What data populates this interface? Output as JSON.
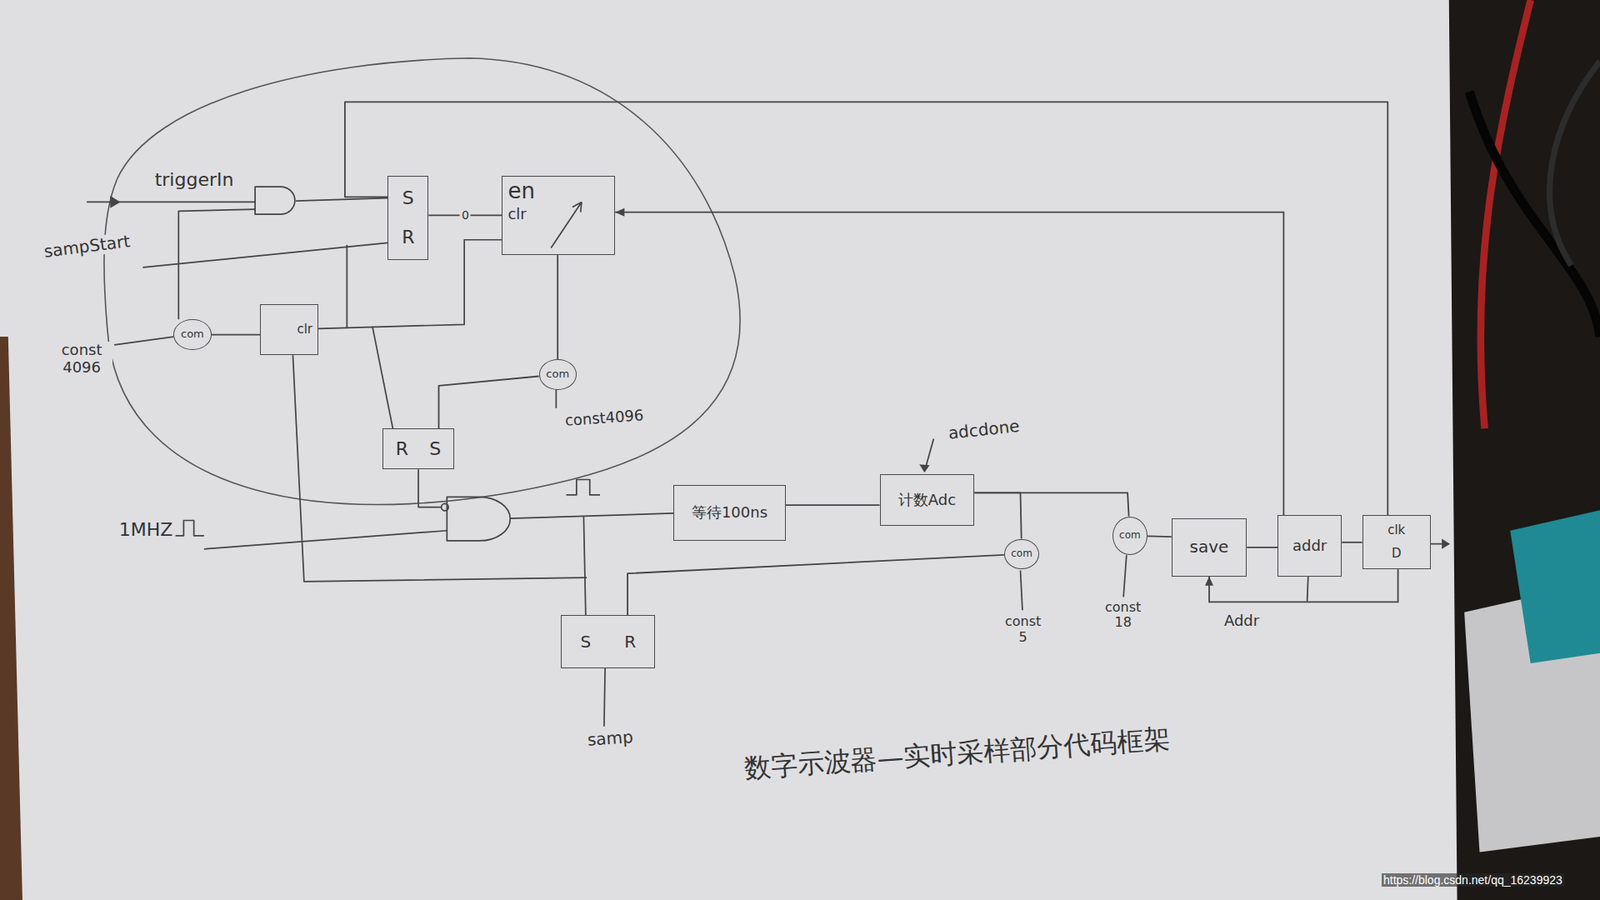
{
  "diagram": {
    "caption": "数字示波器—实时采样部分代码框架",
    "nodes": [
      {
        "text": [
          "S",
          "R"
        ]
      },
      {
        "text": [
          "en",
          "clr"
        ]
      },
      {
        "text": [
          "com"
        ]
      },
      {
        "text": [
          "clr"
        ]
      },
      {
        "text": [
          "com"
        ]
      },
      {
        "text": [
          "R",
          "S"
        ]
      },
      {
        "text": [
          "等待100ns"
        ]
      },
      {
        "text": [
          "计数Adc"
        ]
      },
      {
        "text": [
          "com"
        ]
      },
      {
        "text": [
          "com"
        ]
      },
      {
        "text": [
          "save"
        ]
      },
      {
        "text": [
          "addr"
        ]
      },
      {
        "text": [
          "clk",
          "D"
        ]
      },
      {
        "text": [
          "S",
          "R"
        ]
      }
    ],
    "edges": [
      {
        "from": 0,
        "to": 1,
        "arrow": "none",
        "label": "0"
      },
      {
        "from": 1,
        "to": 4,
        "arrow": "none"
      },
      {
        "from": 4,
        "to": 5,
        "arrow": "none"
      },
      {
        "from": 2,
        "to": 3,
        "arrow": "none"
      },
      {
        "from": 6,
        "to": 7,
        "arrow": "none"
      },
      {
        "from": 7,
        "to": 8,
        "arrow": "none"
      },
      {
        "from": 7,
        "to": 9,
        "arrow": "none"
      },
      {
        "from": 9,
        "to": 10,
        "arrow": "none"
      },
      {
        "from": 10,
        "to": 11,
        "arrow": "none"
      },
      {
        "from": 11,
        "to": 12,
        "arrow": "none"
      },
      {
        "from": 11,
        "to": 1,
        "arrow": "to"
      },
      {
        "from": 12,
        "to": 0,
        "arrow": "none"
      },
      {
        "from": 12,
        "to": 10,
        "arrow": "to"
      },
      {
        "from": 8,
        "to": 13,
        "arrow": "none"
      }
    ],
    "labels": [
      "triggerIn",
      "sampStart",
      "const 4096",
      "const4096",
      "1MHZ",
      "adcdone",
      "const 5",
      "const 18",
      "Addr",
      "samp",
      "https://blog.csdn.net/qq_16239923"
    ]
  }
}
